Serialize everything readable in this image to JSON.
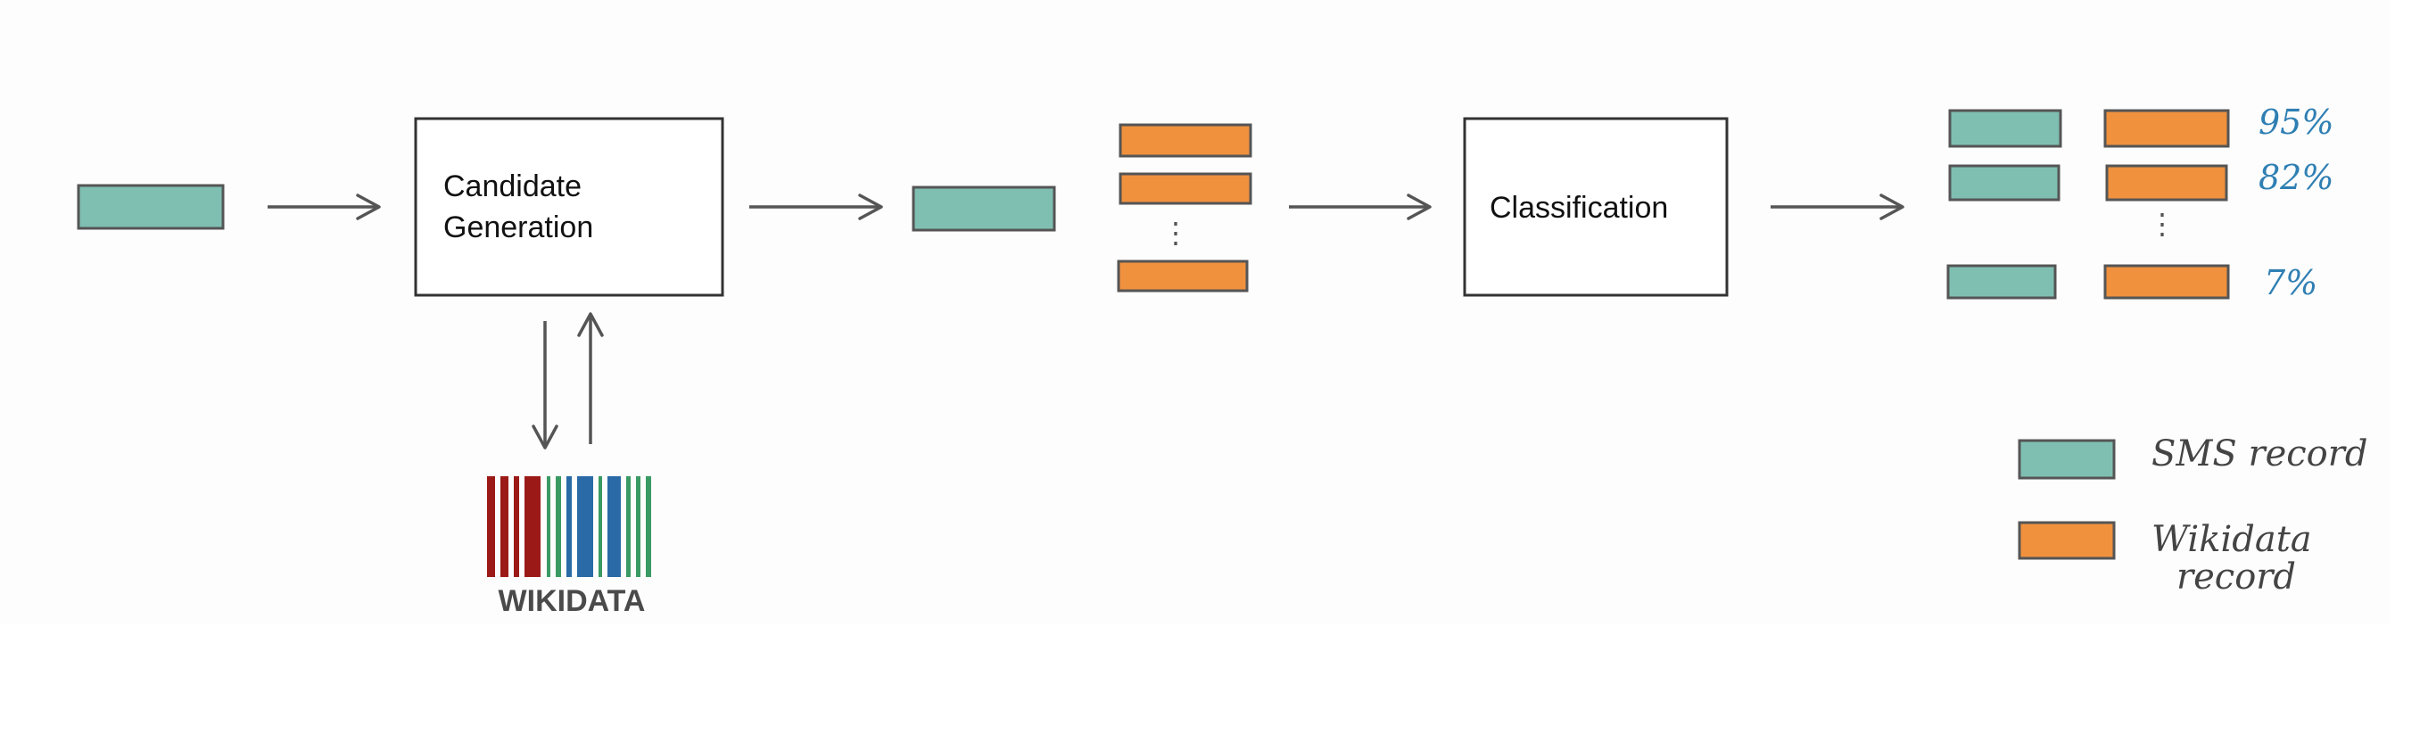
{
  "colors": {
    "sms": "#7fbfb2",
    "wikidata": "#f0913e",
    "stroke": "#555555",
    "score": "#2f7fb3",
    "legend_text": "#444444",
    "wikidata_logo_red": "#9b1a17",
    "wikidata_logo_green": "#3a9a63",
    "wikidata_logo_blue": "#2a6aa6",
    "wikidata_logo_text": "#4a4a4a"
  },
  "diagram": {
    "candidate_generation": {
      "line1": "Candidate",
      "line2": "Generation"
    },
    "classification": {
      "label": "Classification"
    },
    "wikidata_logo": {
      "text": "WIKIDATA",
      "icon": "wikidata-barcode-icon"
    },
    "candidate_ellipsis": "⋮",
    "results": {
      "scores": [
        "95%",
        "82%",
        "7%"
      ],
      "ellipsis": "⋮"
    },
    "legend": {
      "sms_label": "SMS record",
      "wikidata_label_line1": "Wikidata",
      "wikidata_label_line2": "record"
    }
  }
}
